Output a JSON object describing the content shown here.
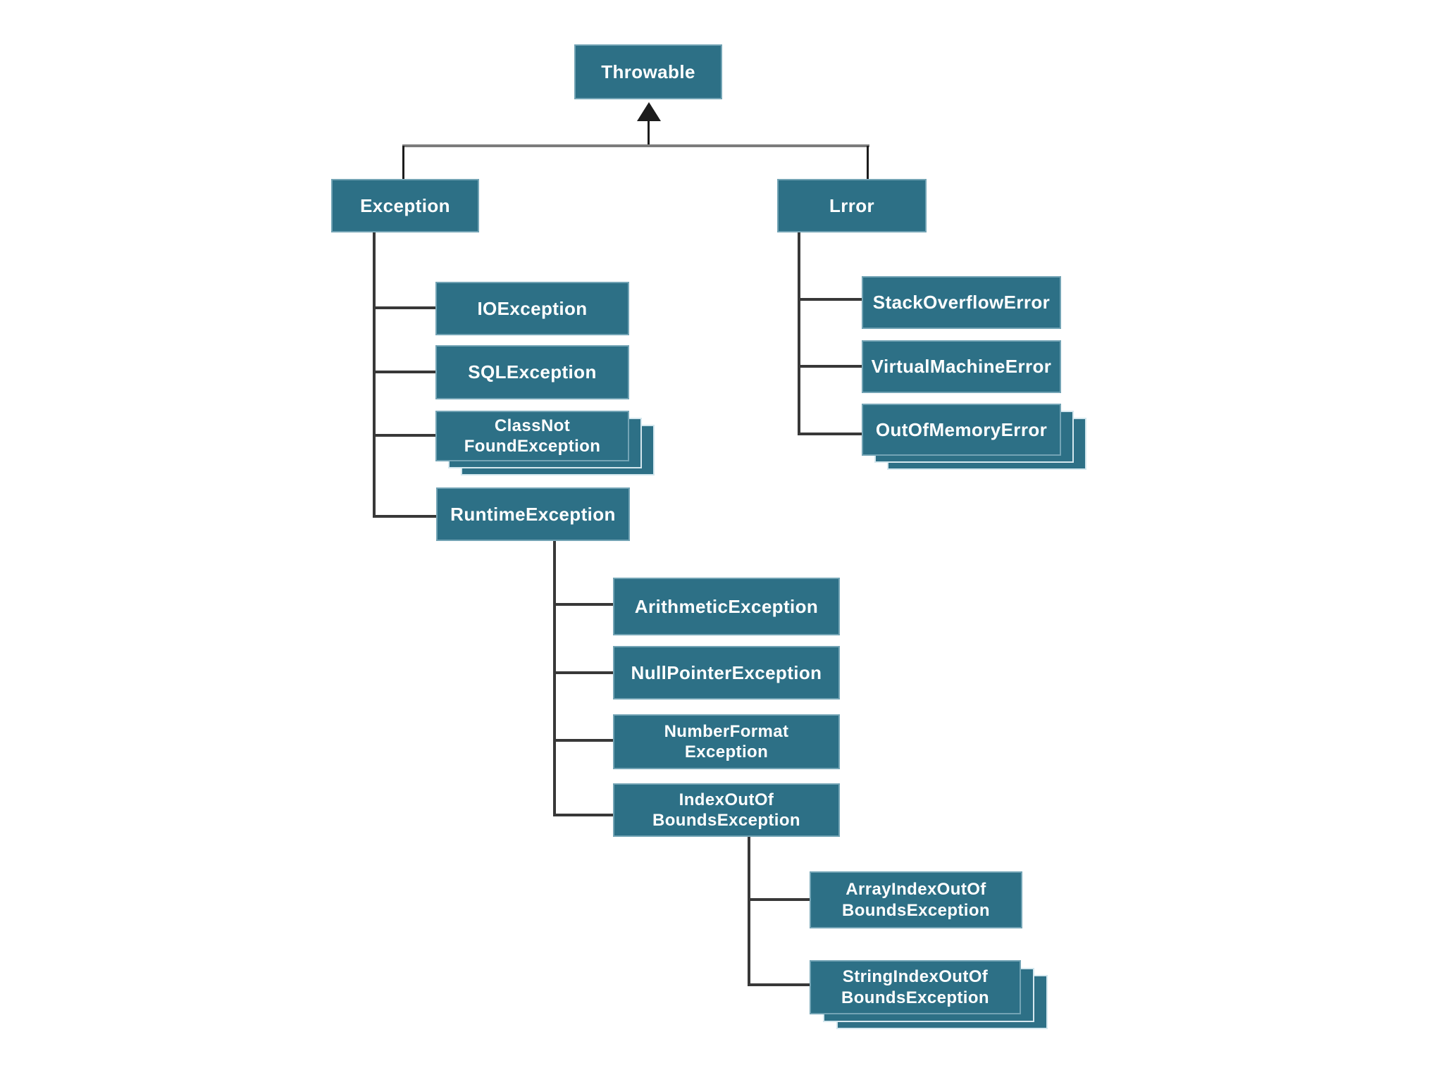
{
  "colors": {
    "node_fill": "#2d7086",
    "node_text": "#ffffff",
    "stack_border": "#d4e7ee",
    "line_black": "#1c1c1c",
    "line_dark": "#383838",
    "line_gray": "#7c7c7c",
    "background": "#ffffff"
  },
  "nodes": {
    "throwable": {
      "label": "Throwable",
      "stacked": false
    },
    "exception": {
      "label": "Exception",
      "stacked": false
    },
    "error": {
      "label": "Lrror",
      "stacked": false
    },
    "io": {
      "label": "IOException",
      "stacked": false
    },
    "sql": {
      "label": "SQLException",
      "stacked": false
    },
    "classnotfound": {
      "label": "ClassNot\nFoundException",
      "stacked": true
    },
    "runtime": {
      "label": "RuntimeException",
      "stacked": false
    },
    "arithmetic": {
      "label": "ArithmeticException",
      "stacked": false
    },
    "nullpointer": {
      "label": "NullPointerException",
      "stacked": false
    },
    "numberformat": {
      "label": "NumberFormat\nException",
      "stacked": false
    },
    "indexoutof": {
      "label": "IndexOutOf\nBoundsException",
      "stacked": false
    },
    "arrayindex": {
      "label": "ArrayIndexOutOf\nBoundsException",
      "stacked": false
    },
    "stringindex": {
      "label": "StringIndexOutOf\nBoundsException",
      "stacked": true
    },
    "stackoverflow": {
      "label": "StackOverflowError",
      "stacked": false
    },
    "virtualmachine": {
      "label": "VirtualMachineError",
      "stacked": false
    },
    "outofmemory": {
      "label": "OutOfMemoryError",
      "stacked": true
    }
  },
  "edges": [
    [
      "Throwable",
      "Exception"
    ],
    [
      "Throwable",
      "Lrror"
    ],
    [
      "Exception",
      "IOException"
    ],
    [
      "Exception",
      "SQLException"
    ],
    [
      "Exception",
      "ClassNotFoundException"
    ],
    [
      "Exception",
      "RuntimeException"
    ],
    [
      "RuntimeException",
      "ArithmeticException"
    ],
    [
      "RuntimeException",
      "NullPointerException"
    ],
    [
      "RuntimeException",
      "NumberFormatException"
    ],
    [
      "RuntimeException",
      "IndexOutOfBoundsException"
    ],
    [
      "IndexOutOfBoundsException",
      "ArrayIndexOutOfBoundsException"
    ],
    [
      "IndexOutOfBoundsException",
      "StringIndexOutOfBoundsException"
    ],
    [
      "Lrror",
      "StackOverflowError"
    ],
    [
      "Lrror",
      "VirtualMachineError"
    ],
    [
      "Lrror",
      "OutOfMemoryError"
    ]
  ]
}
